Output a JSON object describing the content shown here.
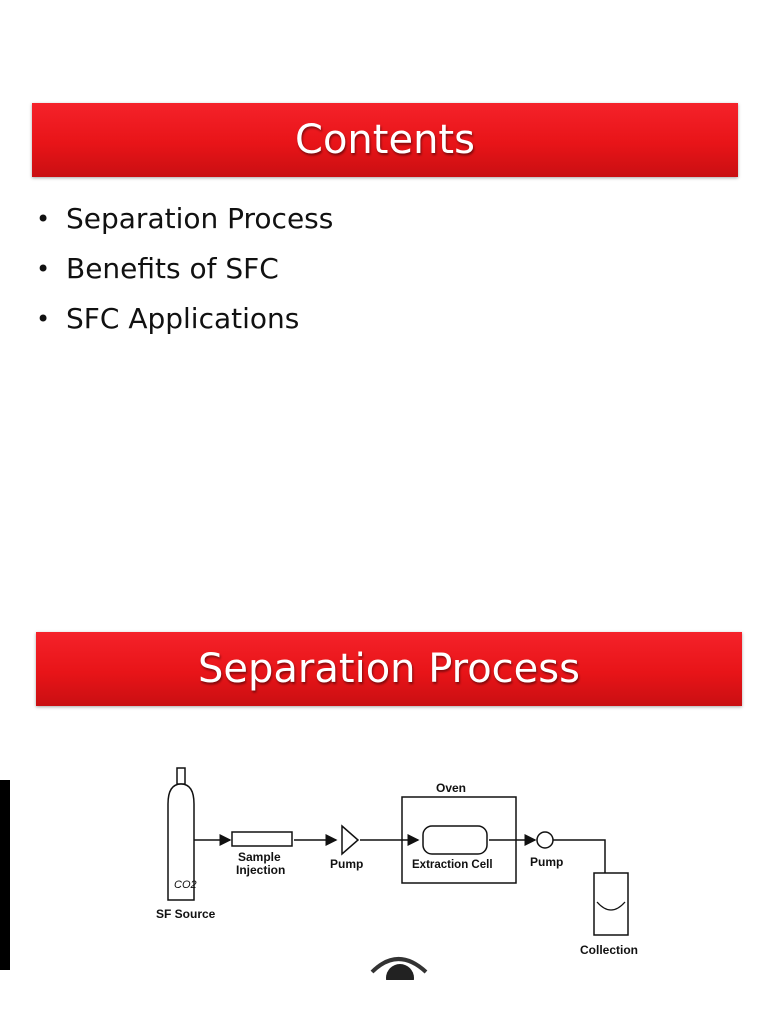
{
  "slide1": {
    "title": "Contents",
    "items": [
      "Separation Process",
      "Benefits of SFC",
      "SFC Applications"
    ]
  },
  "slide2": {
    "title": "Separation Process",
    "diagram": {
      "oven": "Oven",
      "source_label": "SF Source",
      "cylinder_label": "CO2",
      "sample_line1": "Sample",
      "sample_line2": "Injection",
      "pump1": "Pump",
      "extraction": "Extraction Cell",
      "pump2": "Pump",
      "collection": "Collection"
    }
  },
  "colors": {
    "banner": "#e81418",
    "banner_text": "#ffffff",
    "text": "#111111"
  }
}
